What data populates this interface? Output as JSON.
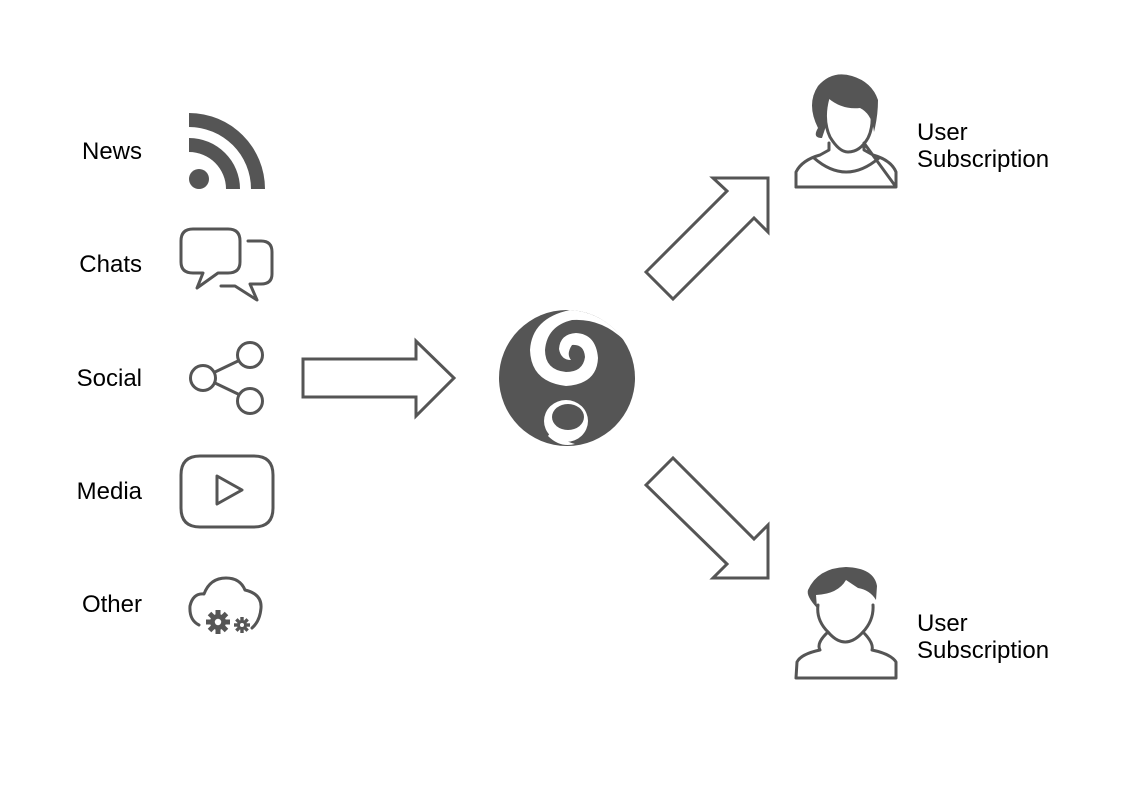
{
  "sources": [
    {
      "label": "News",
      "icon": "rss-icon"
    },
    {
      "label": "Chats",
      "icon": "chat-bubbles-icon"
    },
    {
      "label": "Social",
      "icon": "share-icon"
    },
    {
      "label": "Media",
      "icon": "play-icon"
    },
    {
      "label": "Other",
      "icon": "cloud-gears-icon"
    }
  ],
  "hub": {
    "icon": "hub-logo-icon"
  },
  "subscribers": [
    {
      "line1": "User",
      "line2": "Subscription",
      "icon": "female-user-icon"
    },
    {
      "line1": "User",
      "line2": "Subscription",
      "icon": "male-user-icon"
    }
  ],
  "colors": {
    "icon": "#555555",
    "text": "#000000",
    "background": "#ffffff"
  }
}
